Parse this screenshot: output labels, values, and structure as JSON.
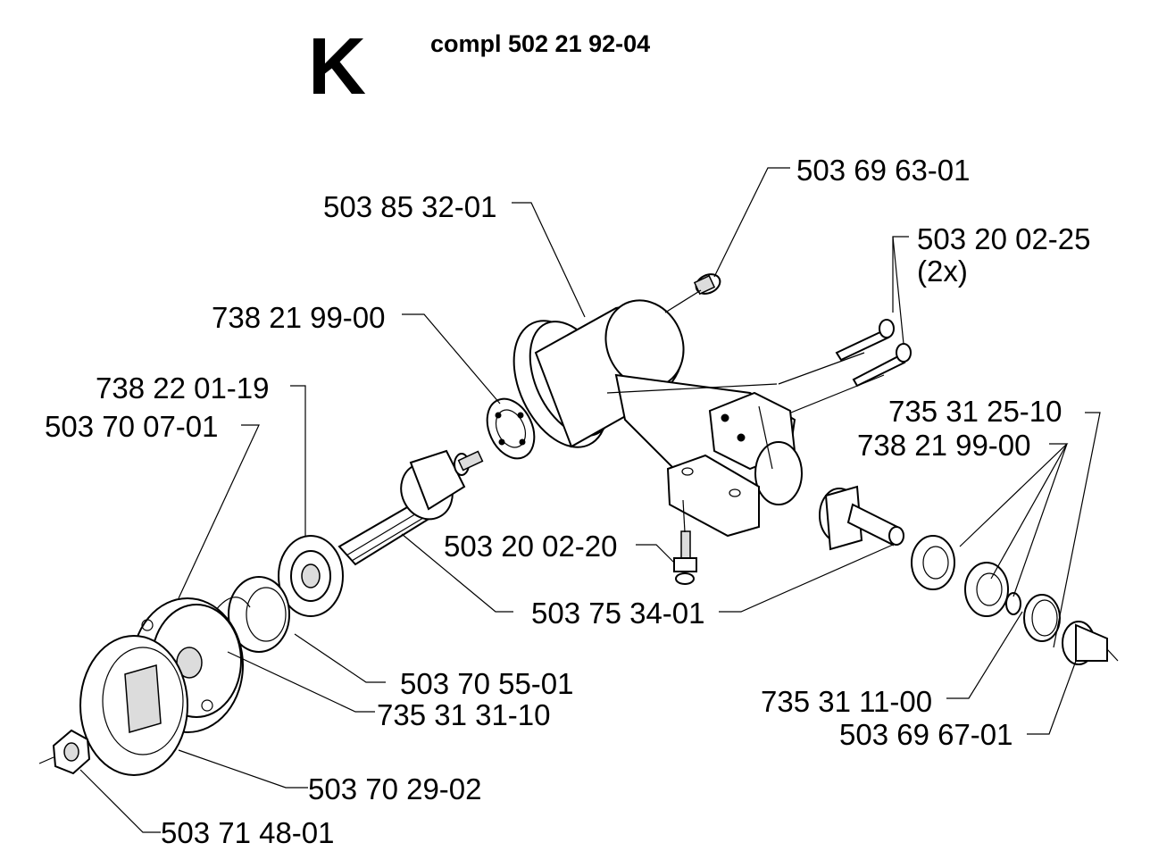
{
  "header": {
    "section_letter": "K",
    "assembly": "compl 502 21 92-04"
  },
  "callouts": [
    {
      "id": "c1",
      "number": "503 69 63-01"
    },
    {
      "id": "c2",
      "number": "503 85 32-01"
    },
    {
      "id": "c3",
      "number": "503 20 02-25"
    },
    {
      "id": "c3q",
      "number": "(2x)"
    },
    {
      "id": "c4",
      "number": "738 21 99-00"
    },
    {
      "id": "c5",
      "number": "738 22 01-19"
    },
    {
      "id": "c6",
      "number": "503 70 07-01"
    },
    {
      "id": "c7",
      "number": "735 31 25-10"
    },
    {
      "id": "c8",
      "number": "738 21 99-00"
    },
    {
      "id": "c9",
      "number": "503 20 02-20"
    },
    {
      "id": "c10",
      "number": "503 75 34-01"
    },
    {
      "id": "c11",
      "number": "503 70 55-01"
    },
    {
      "id": "c12",
      "number": "735 31 31-10"
    },
    {
      "id": "c13",
      "number": "735 31 11-00"
    },
    {
      "id": "c14",
      "number": "503 69 67-01"
    },
    {
      "id": "c15",
      "number": "503 70 29-02"
    },
    {
      "id": "c16",
      "number": "503 71 48-01"
    }
  ]
}
